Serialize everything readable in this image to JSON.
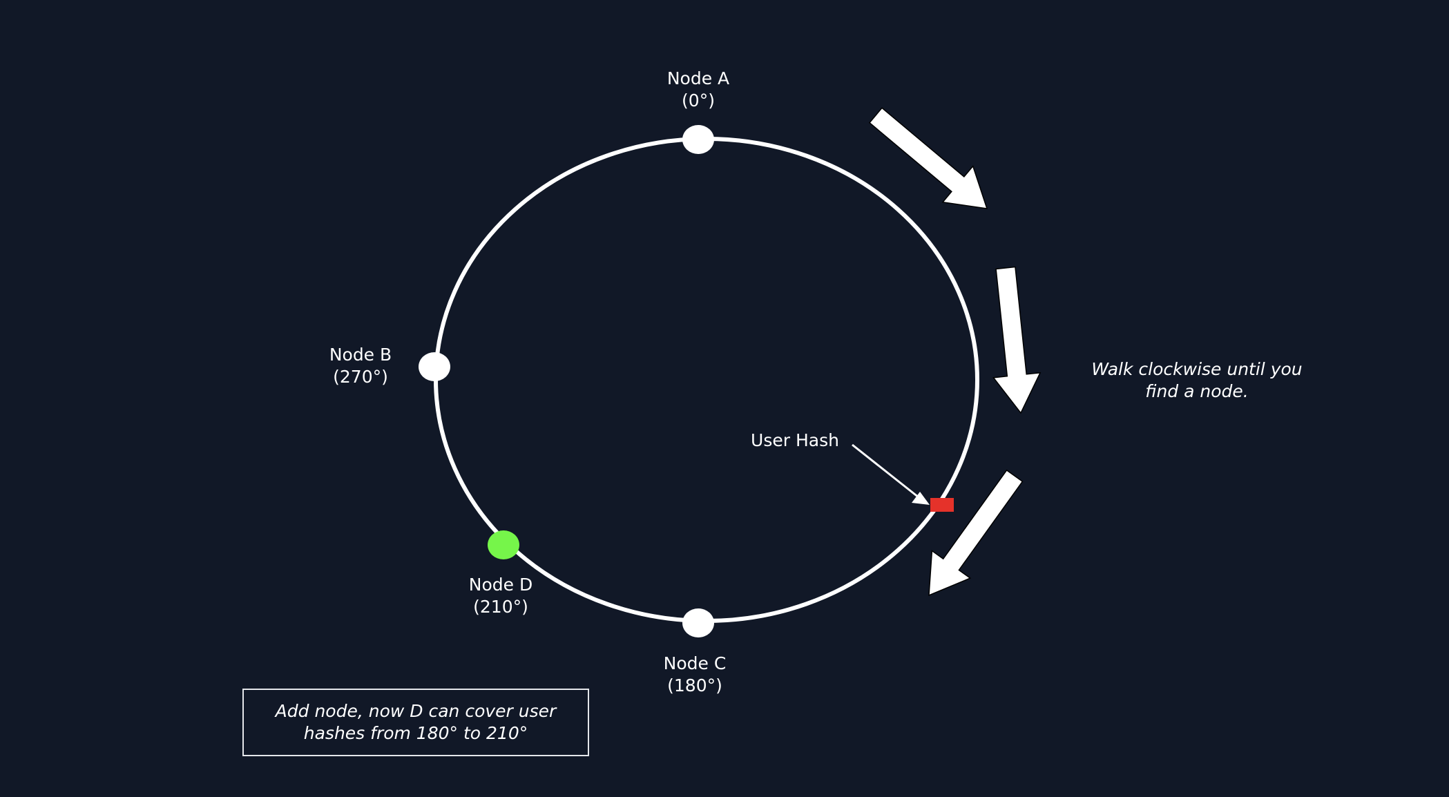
{
  "colors": {
    "background": "#111827",
    "ring": "#ffffff",
    "node": "#ffffff",
    "new_node": "#76f54a",
    "user_hash": "#e5322a"
  },
  "nodes": [
    {
      "name": "Node A",
      "angle": "(0°)"
    },
    {
      "name": "Node B",
      "angle": "(270°)"
    },
    {
      "name": "Node C",
      "angle": "(180°)"
    },
    {
      "name": "Node D",
      "angle": "(210°)"
    }
  ],
  "user_hash_label": "User Hash",
  "walk_text": [
    "Walk clockwise until you",
    "find a node."
  ],
  "note": [
    "Add node, now D can cover user",
    "hashes from 180° to 210°"
  ]
}
